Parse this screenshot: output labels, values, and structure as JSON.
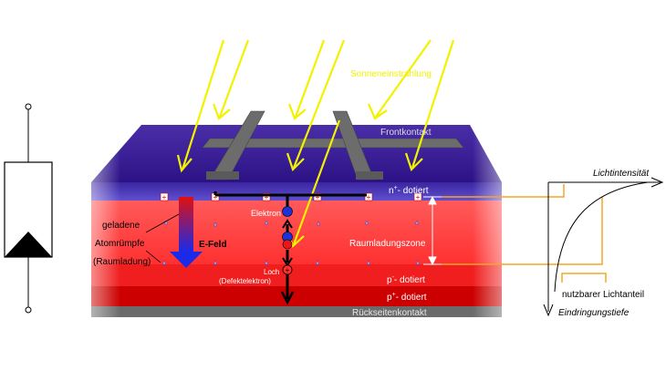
{
  "labels": {
    "sunlight": "Sonneneinstrahlung",
    "front_contact": "Frontkontakt",
    "n_doped_prefix": "n",
    "n_doped_sup": "+",
    "n_doped_suffix": "- dotiert",
    "electron": "Elektron",
    "space_charge_zone": "Raumladungszone",
    "fixed_charges_1": "geladene",
    "fixed_charges_2": "Atomrümpfe",
    "fixed_charges_3": "(Raumladung)",
    "e_field": "E-Feld",
    "hole_1": "Loch",
    "hole_2": "(Defektelektron)",
    "p_doped_prefix": "p",
    "p_doped_sup": "-",
    "p_doped_suffix": "- dotiert",
    "pplus_doped_prefix": "p",
    "pplus_doped_sup": "+",
    "pplus_doped_suffix": "- dotiert",
    "back_contact": "Rückseitenkontakt",
    "light_intensity": "Lichtintensität",
    "usable_light": "nutzbarer Lichtanteil",
    "penetration_depth": "Eindringungstiefe"
  },
  "colors": {
    "sun_ray": "#f2f200",
    "n_layer": "#3a1a9a",
    "space_charge": "#ff3b3b",
    "p_layer": "#ee1c1c",
    "pplus_layer": "#d40000",
    "contact": "#666666",
    "orange_line": "#f5a623"
  },
  "icons": {
    "diode": "diode-symbol-icon",
    "electron": "electron-icon",
    "hole": "hole-icon",
    "positive_ion": "positive-ion-icon",
    "negative_ion": "negative-ion-icon",
    "e_field_arrow": "e-field-arrow-icon"
  }
}
